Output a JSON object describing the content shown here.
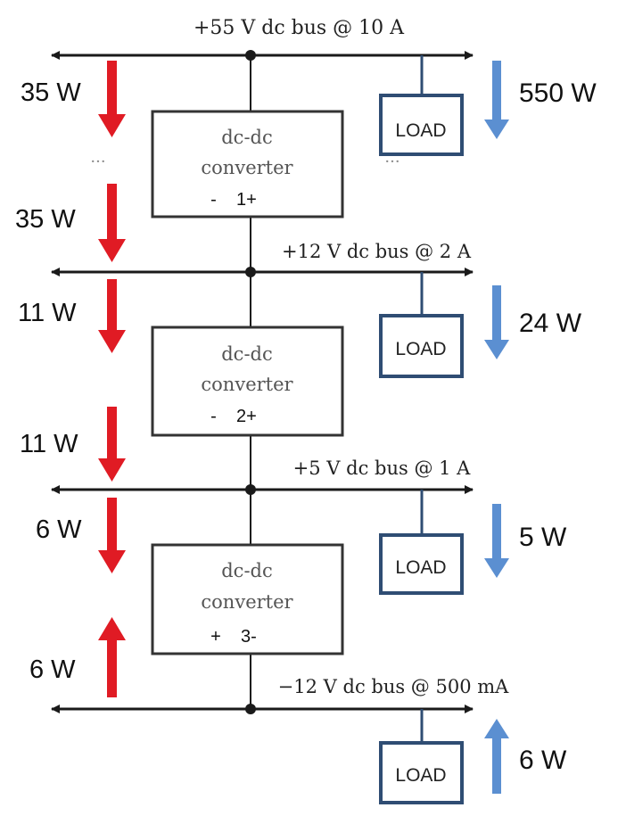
{
  "buses": [
    {
      "label": "+55 V dc bus @ 10 A"
    },
    {
      "label": "+12 V dc bus @ 2 A"
    },
    {
      "label": "+5 V dc bus @ 1 A"
    },
    {
      "label": "−12 V dc bus @ 500 mA"
    }
  ],
  "converters": [
    {
      "line1": "dc-dc",
      "line2": "converter",
      "terminals": "-    1+"
    },
    {
      "line1": "dc-dc",
      "line2": "converter",
      "terminals": "-    2+"
    },
    {
      "line1": "dc-dc",
      "line2": "converter",
      "terminals": "+    3-"
    }
  ],
  "loads": [
    {
      "label": "LOAD",
      "power": "550 W",
      "arrow_direction": "down"
    },
    {
      "label": "LOAD",
      "power": "24 W",
      "arrow_direction": "down"
    },
    {
      "label": "LOAD",
      "power": "5 W",
      "arrow_direction": "down"
    },
    {
      "label": "LOAD",
      "power": "6 W",
      "arrow_direction": "up"
    }
  ],
  "flows": [
    {
      "label": "35 W",
      "arrow_direction": "down"
    },
    {
      "label": "35 W",
      "arrow_direction": "down"
    },
    {
      "label": "11 W",
      "arrow_direction": "down"
    },
    {
      "label": "11 W",
      "arrow_direction": "down"
    },
    {
      "label": "6 W",
      "arrow_direction": "down"
    },
    {
      "label": "6 W",
      "arrow_direction": "up"
    }
  ],
  "ellipsis": {
    "left": "···",
    "right": "···"
  },
  "colors": {
    "wire": "#1a1a1a",
    "converter_border": "#333333",
    "load_border": "#2f4d73",
    "load_arrow": "#5b8fd1",
    "flow_arrow": "#e01b24"
  }
}
